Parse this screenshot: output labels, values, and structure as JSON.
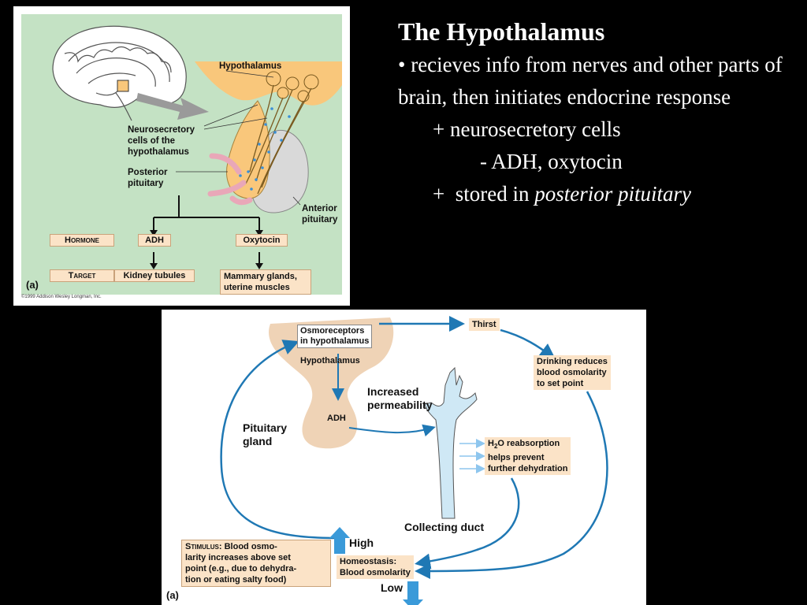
{
  "figure1": {
    "labels": {
      "hypothalamus": "Hypothalamus",
      "neurosecretory": [
        "Neurosecretory",
        "cells of the",
        "hypothalamus"
      ],
      "posterior": [
        "Posterior",
        "pituitary"
      ],
      "anterior": [
        "Anterior",
        "pituitary"
      ],
      "hormone": "Hormone",
      "target": "Target",
      "adh": "ADH",
      "oxytocin": "Oxytocin",
      "kidney": "Kidney tubules",
      "mammary": [
        "Mammary glands,",
        "uterine muscles"
      ],
      "panel": "(a)",
      "copyright": "©1999 Addison Wesley Longman, Inc."
    }
  },
  "slide": {
    "title": "The Hypothalamus",
    "bullet": "•  recieves info from nerves and other parts of brain, then initiates endocrine response",
    "sub1": "+  neurosecretory cells",
    "sub1a": "-  ADH, oxytocin",
    "sub2_prefix": "+  stored in ",
    "sub2_italic": "posterior pituitary"
  },
  "figure2": {
    "osmoreceptors": [
      "Osmoreceptors",
      "in hypothalamus"
    ],
    "hypothalamus": "Hypothalamus",
    "thirst": "Thirst",
    "drinking": [
      "Drinking reduces",
      "blood osmolarity",
      "to set point"
    ],
    "increased": [
      "Increased",
      "permeability"
    ],
    "pituitary": [
      "Pituitary",
      "gland"
    ],
    "adh": "ADH",
    "h2o_h": "H",
    "h2o_sub": "2",
    "h2o_rest": "O reabsorption",
    "h2o_lines": [
      "helps prevent",
      "further dehydration"
    ],
    "collecting": "Collecting duct",
    "stimulus_head": "Stimulus",
    "stimulus_text": [
      ": Blood osmo-",
      "larity increases above set",
      "point (e.g., due to dehydra-",
      "tion or eating salty food)"
    ],
    "high": "High",
    "low": "Low",
    "homeostasis": [
      "Homeostasis:",
      "Blood osmolarity"
    ],
    "panel": "(a)"
  },
  "colors": {
    "background": "#000000",
    "panel_green": "#c4e2c4",
    "tan_box": "#fbe3c7",
    "arrow_blue": "#1f78b4",
    "hypothalamus_orange": "#f9c77b"
  }
}
